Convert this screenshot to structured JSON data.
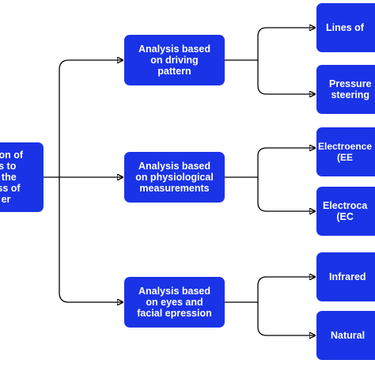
{
  "diagram": {
    "root": {
      "label": "rtion of\nls to\nt the\ness of\ner"
    },
    "categories": [
      {
        "label": "Analysis based\non driving\npattern"
      },
      {
        "label": "Analysis based\non physiological\nmeasurements"
      },
      {
        "label": "Analysis based\non eyes and\nfacial epression"
      }
    ],
    "leaves": [
      {
        "label": "Lines of"
      },
      {
        "label": "Pressure\nsteering"
      },
      {
        "label": "Electroence\n(EE"
      },
      {
        "label": "Electroca\n(EC"
      },
      {
        "label": "Infrared"
      },
      {
        "label": "Natural"
      }
    ],
    "colors": {
      "node_fill": "#1a33e6",
      "node_text": "#ffffff",
      "connector": "#000000"
    }
  }
}
